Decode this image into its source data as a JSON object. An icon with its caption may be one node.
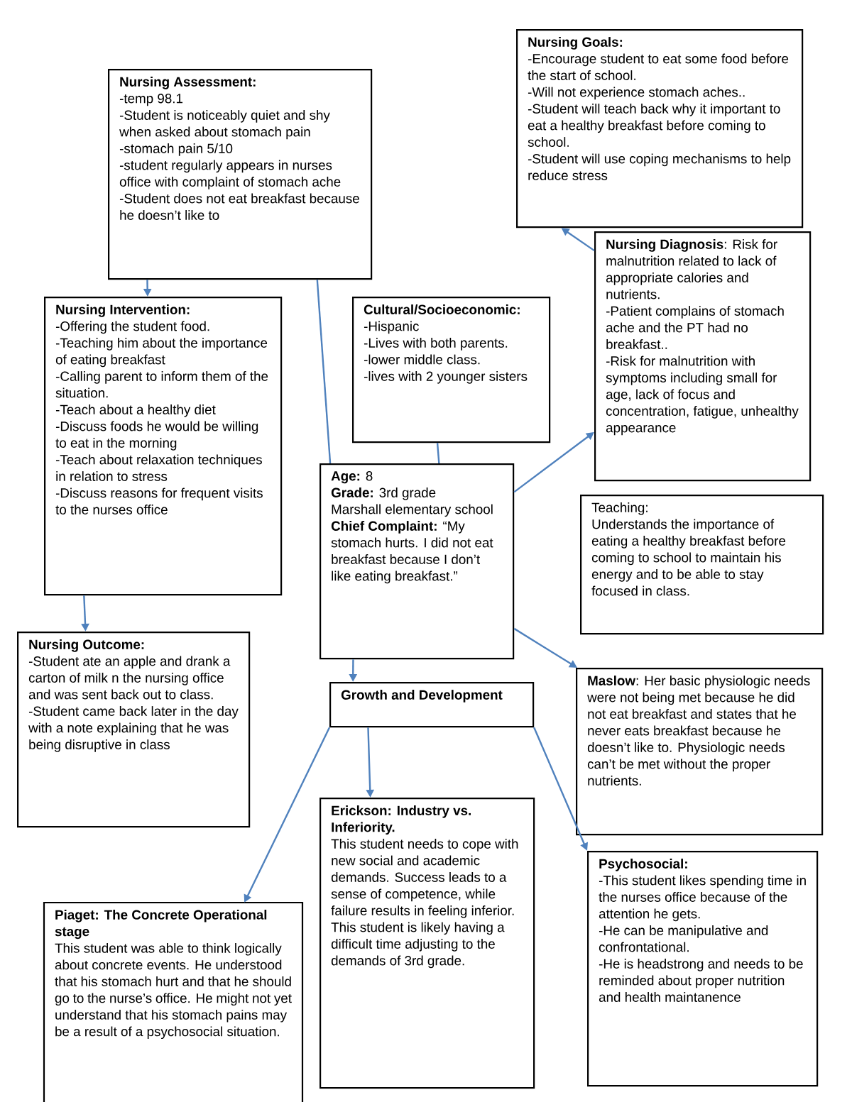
{
  "diagram": {
    "nodes": [
      {
        "text": [
          "Nursing Assessment:",
          "-temp 98.1",
          "-Student is noticeably quiet and shy when asked about stomach pain",
          "-stomach pain 5/10",
          "-student regularly appears in nurses office with complaint of stomach ache",
          "-Student does not eat breakfast because he doesn’t like to"
        ]
      },
      {
        "text": [
          "Nursing Goals:",
          "-Encourage student to eat some food before the start of school.",
          "-Will not experience stomach aches..",
          "-Student will teach back why it important to eat a healthy breakfast before coming to school.",
          "-Student will use coping mechanisms to help reduce stress"
        ]
      },
      {
        "text": [
          "**Nursing Diagnosis**: Risk for malnutrition related to lack of appropriate calories and nutrients.",
          "-Patient complains of stomach ache and the PT had no breakfast..",
          "-Risk for malnutrition with symptoms including small for age, lack of focus and concentration, fatigue, unhealthy appearance"
        ]
      },
      {
        "text": [
          "Nursing Intervention:",
          "-Offering the student food.",
          "-Teaching him about the importance of eating breakfast",
          "-Calling parent to inform them of the situation.",
          "-Teach about a healthy diet",
          "-Discuss foods he would be willing to eat in the morning",
          "-Teach about relaxation techniques in relation to stress",
          "-Discuss reasons for frequent visits to the nurses office"
        ]
      },
      {
        "text": [
          "Cultural/Socioeconomic:",
          "-Hispanic",
          "-Lives with both parents.",
          "-lower middle class.",
          "-lives with 2 younger sisters"
        ]
      },
      {
        "text": [
          "**Age:** 8",
          "**Grade:** 3rd grade",
          "Marshall elementary school",
          "**Chief Complaint:** “My stomach hurts. I did not eat breakfast because I don’t like eating breakfast.”"
        ]
      },
      {
        "text": [
          "Teaching:",
          "Understands the importance of eating a healthy breakfast before coming to school to maintain his energy and to be able to stay focused in class."
        ]
      },
      {
        "text": [
          "Nursing Outcome:",
          "-Student ate an apple and drank a carton of milk n the nursing office and was sent back out to class.",
          "-Student came back later in the day with a note explaining that he was being disruptive in class"
        ]
      },
      {
        "text": [
          "Growth and Development"
        ]
      },
      {
        "text": [
          "**Maslow**: Her basic physiologic needs were not being met because he did not eat breakfast and states that he never eats breakfast because he doesn’t like to. Physiologic needs can’t be met without the proper nutrients."
        ]
      },
      {
        "text": [
          "Erickson: Industry vs. Inferiority.",
          "This student needs to cope with new social and academic demands. Success leads to a sense of competence, while failure results in feeling inferior.",
          "This student is likely having a difficult time adjusting to the demands of 3rd grade."
        ]
      },
      {
        "text": [
          "Psychosocial:",
          "-This student likes spending time in the nurses office because of the attention he gets.",
          "-He can be manipulative and confrontational.",
          "-He is headstrong and needs to be reminded about proper nutrition and health maintanence"
        ]
      },
      {
        "text": [
          "Piaget: The Concrete Operational stage",
          "This student was able to think logically about concrete events. He understood that his stomach hurt and that he should go to the nurse’s office. He might not yet understand that his stomach pains may be a result of a psychosocial situation."
        ]
      }
    ],
    "edges": [
      {
        "from": 0,
        "to": 3,
        "arrow": "to"
      },
      {
        "from": 0,
        "to": 5,
        "arrow": "none"
      },
      {
        "from": 4,
        "to": 5,
        "arrow": "none"
      },
      {
        "from": 5,
        "to": 2,
        "arrow": "to"
      },
      {
        "from": 2,
        "to": 1,
        "arrow": "to"
      },
      {
        "from": 3,
        "to": 7,
        "arrow": "to"
      },
      {
        "from": 5,
        "to": 9,
        "arrow": "to"
      },
      {
        "from": 5,
        "to": 8,
        "arrow": "to"
      },
      {
        "from": 8,
        "to": 12,
        "arrow": "to"
      },
      {
        "from": 8,
        "to": 10,
        "arrow": "to"
      },
      {
        "from": 8,
        "to": 11,
        "arrow": "to"
      }
    ]
  }
}
